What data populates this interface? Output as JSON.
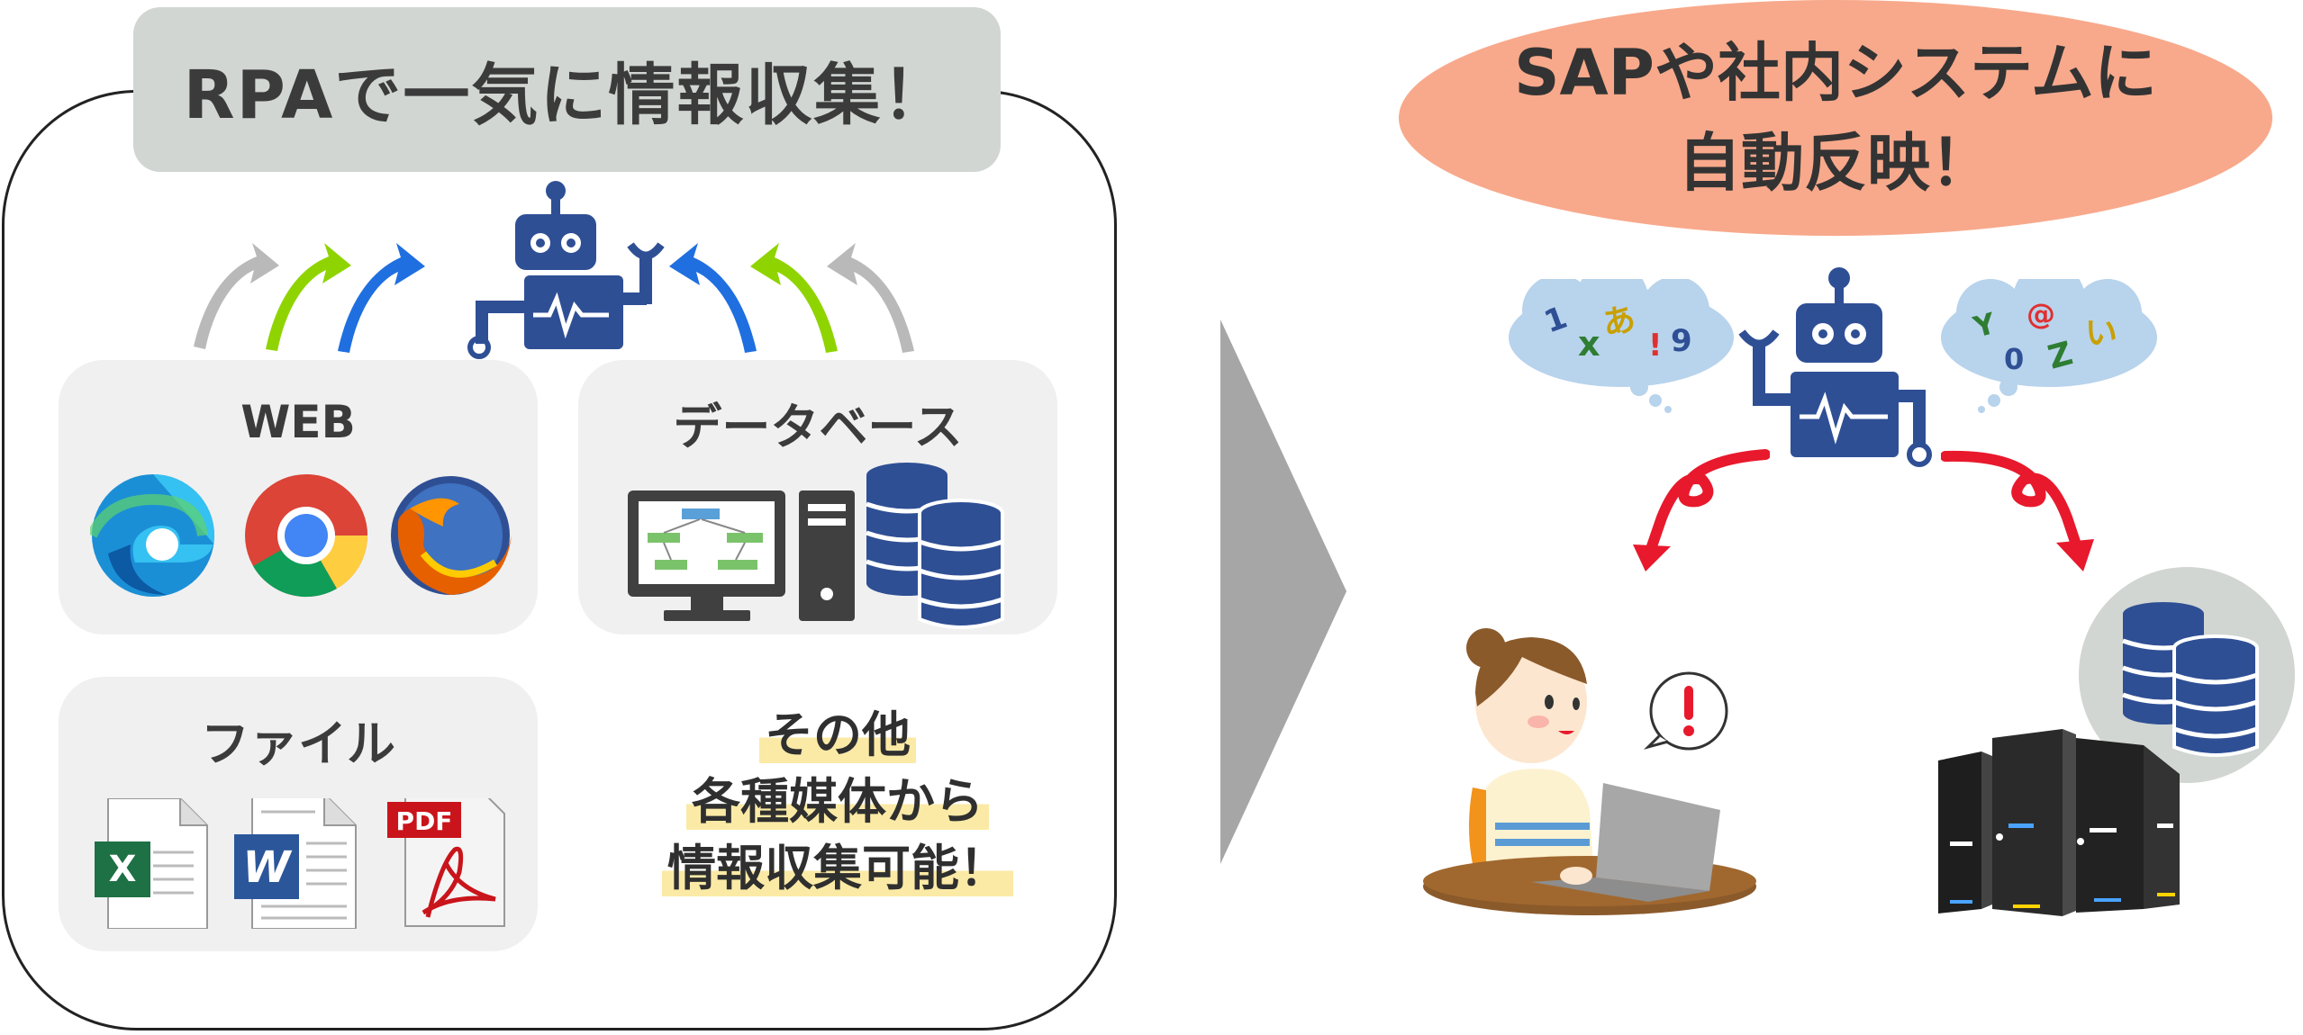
{
  "left_title": "RPAで一気に情報収集！",
  "cards": {
    "web": "WEB",
    "database": "データベース",
    "file": "ファイル"
  },
  "other": {
    "line1": "その他",
    "line2": "各種媒体から",
    "line3": "情報収集可能！"
  },
  "right_title": {
    "line1": "SAPや社内システムに",
    "line2": "自動反映！"
  },
  "bubble_left_chars": [
    "1",
    "x",
    "あ",
    "!",
    "9"
  ],
  "bubble_right_chars": [
    "Y",
    "@",
    "0",
    "Z",
    "い"
  ],
  "file_badges": {
    "excel": "X",
    "word": "W",
    "pdf": "PDF"
  },
  "colors": {
    "robot": "#2f4f95",
    "title_left_bg": "#d1d6d2",
    "title_right_bg": "#f8a98b",
    "card_bg": "#f0f0f0",
    "divider_arrow": "#a6a6a6",
    "red_arrow": "#e8192c",
    "highlight": "#fbeaa6"
  }
}
